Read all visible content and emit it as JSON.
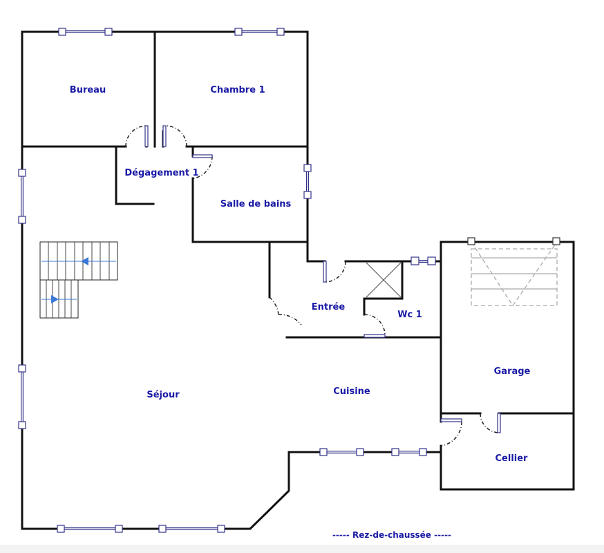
{
  "plan": {
    "caption": "----- Rez-de-chaussée -----",
    "rooms": {
      "bureau": "Bureau",
      "chambre": "Chambre 1",
      "degagement": "Dégagement 1",
      "salle_de_bains": "Salle de bains",
      "entree": "Entrée",
      "wc": "Wc 1",
      "sejour": "Séjour",
      "cuisine": "Cuisine",
      "garage": "Garage",
      "cellier": "Cellier"
    },
    "colors": {
      "label": "#1a1aa6",
      "wall": "#111111",
      "window": "#33338a",
      "stair_arrow": "#3a78d8"
    }
  }
}
